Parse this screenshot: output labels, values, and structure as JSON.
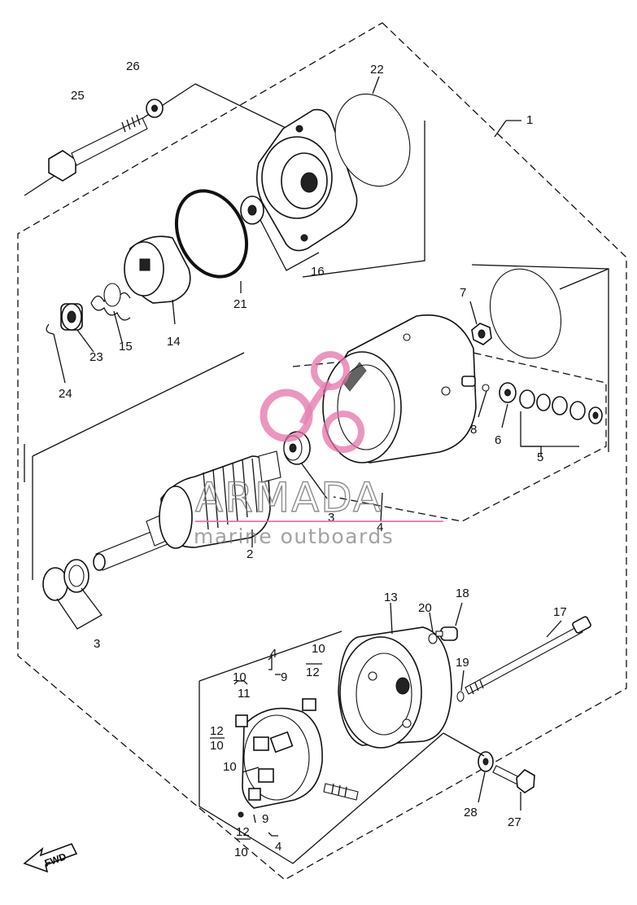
{
  "watermark": {
    "brand": "ARMADA",
    "tagline": "marine outboards",
    "logo_color": "#e36fa8"
  },
  "fwd_label": "FWD",
  "callouts": {
    "c1": "1",
    "c2": "2",
    "c3a": "3",
    "c3b": "3",
    "c4a": "4",
    "c4b": "4",
    "c4c": "4",
    "c5": "5",
    "c6": "6",
    "c7": "7",
    "c8": "8",
    "c9a": "9",
    "c9b": "9",
    "c10a": "10",
    "c10b": "10",
    "c10c": "10",
    "c10d": "10",
    "c10e": "10",
    "c11": "11",
    "c12a": "12",
    "c12b": "12",
    "c12c": "12",
    "c13": "13",
    "c14": "14",
    "c15": "15",
    "c16": "16",
    "c17": "17",
    "c18": "18",
    "c19": "19",
    "c20": "20",
    "c21": "21",
    "c22": "22",
    "c23": "23",
    "c24": "24",
    "c25": "25",
    "c26": "26",
    "c27": "27",
    "c28": "28"
  }
}
